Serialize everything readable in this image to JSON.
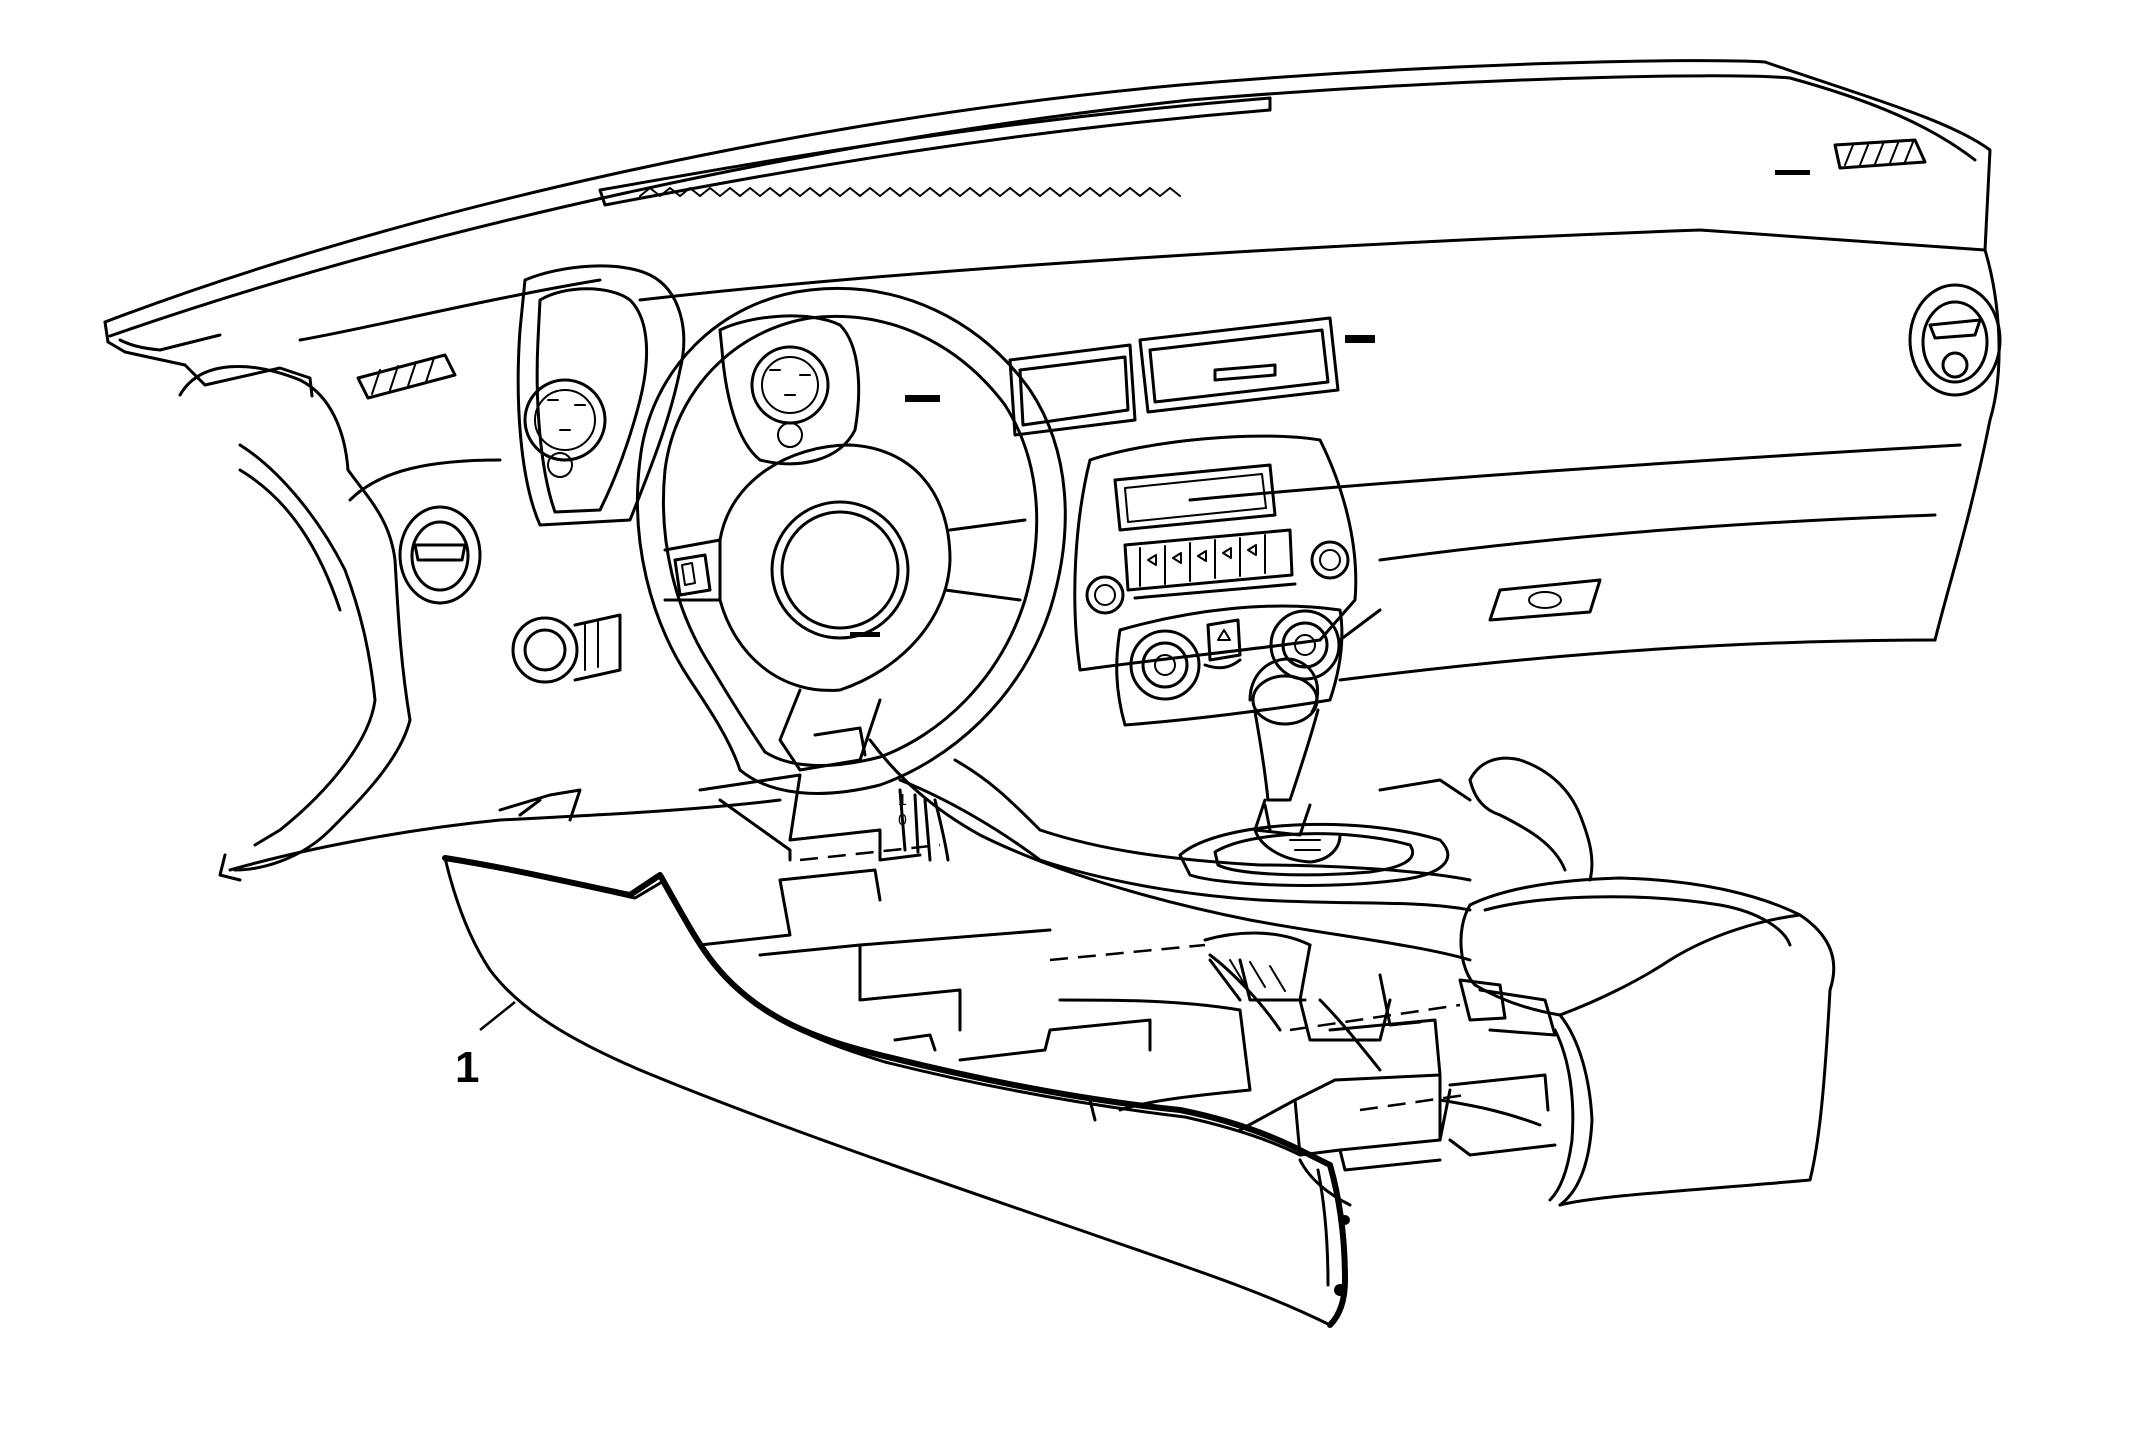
{
  "callouts": [
    {
      "label": "1",
      "part": "console-trim-panel"
    }
  ],
  "icons": {
    "instrument_panel": "dashboard-line-drawing",
    "steering_wheel": "steering-wheel-icon",
    "shifter": "shift-lever-icon",
    "console_panel": "console-side-panel-icon"
  },
  "colors": {
    "line": "#000000",
    "background": "#ffffff"
  }
}
